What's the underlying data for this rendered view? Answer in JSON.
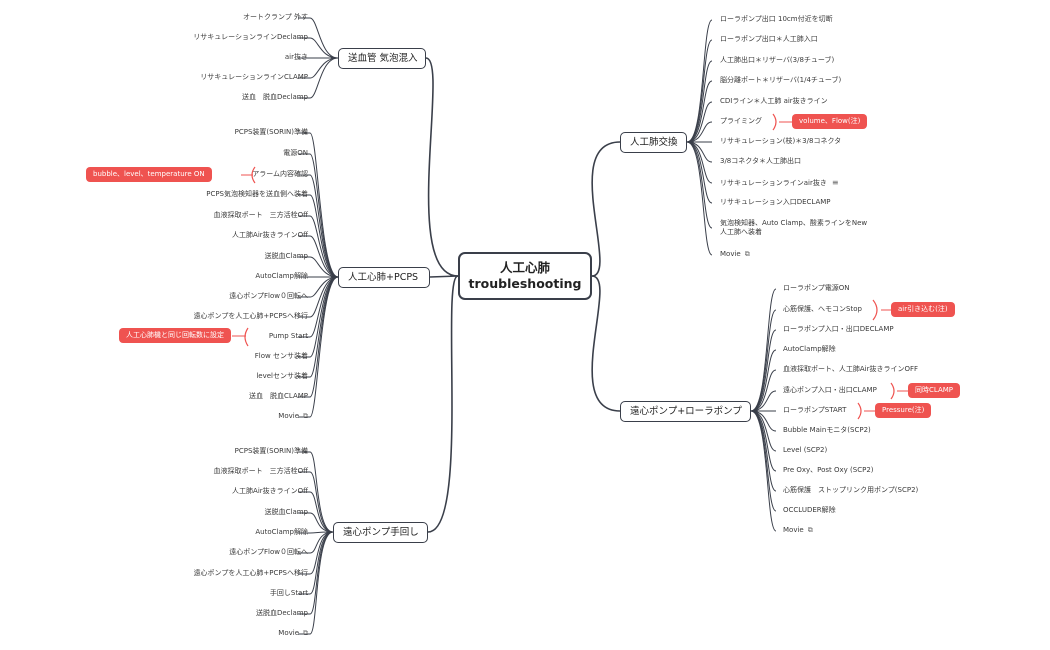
{
  "center": {
    "line1": "人工心肺",
    "line2": "troubleshooting"
  },
  "branches": {
    "soketsu": {
      "label": "送血管 気泡混入",
      "items": [
        "オートクランプ 外す",
        "リサキュレーションラインDeclamp",
        "air抜き",
        "リサキュレーションラインCLAMP",
        "送血　脱血Declamp"
      ]
    },
    "pcps": {
      "label": "人工心肺+PCPS",
      "items": [
        "PCPS装置(SORIN)準備",
        "電源ON",
        "アラーム内容確認",
        "PCPS気泡検知器を送血側へ装着",
        "血液採取ポート　三方活栓Off",
        "人工肺Air抜きラインOff",
        "送脱血Clamp",
        "AutoClamp解除",
        "遠心ポンプFlow０回転へ",
        "遠心ポンプを人工心肺+PCPSへ移行",
        "Pump Start",
        "Flow センサ装着",
        "levelセンサ装着",
        "送血　脱血CLAMP",
        "Movie"
      ],
      "tags": [
        "bubble、level、temperature ON",
        "人工心肺機と同じ回転数に設定"
      ]
    },
    "temawashi": {
      "label": "遠心ポンプ手回し",
      "items": [
        "PCPS装置(SORIN)準備",
        "血液採取ポート　三方活栓Off",
        "人工肺Air抜きラインOff",
        "送脱血Clamp",
        "AutoClamp解除",
        "遠心ポンプFlow０回転へ",
        "遠心ポンプを人工心肺+PCPSへ移行",
        "手回しStart",
        "送脱血Declamp",
        "Movie"
      ]
    },
    "jinkohai": {
      "label": "人工肺交換",
      "items": [
        "ローラポンプ出口 10cm付近を切断",
        "ローラポンプ出口＊人工肺入口",
        "人工肺出口＊リザーバ(3/8チューブ)",
        "脳分離ポート＊リザーバ(1/4チューブ)",
        "CDIライン＊人工肺 air抜きライン",
        "プライミング",
        "リサキュレーション(枝)＊3/8コネクタ",
        "3/8コネクタ＊人工肺出口",
        "リサキュレーションラインair抜き",
        "リサキュレーション入口DECLAMP",
        "気泡検知器、Auto Clamp、酸素ラインをNew",
        "人工肺へ装着",
        "Movie"
      ],
      "tags": [
        "volume、Flow(注)"
      ]
    },
    "roller": {
      "label": "遠心ポンプ+ローラポンプ",
      "items": [
        "ローラポンプ電源ON",
        "心筋保護、ヘモコンStop",
        "ローラポンプ入口・出口DECLAMP",
        "AutoClamp解除",
        "血液採取ポート、人工肺Air抜きラインOFF",
        "遠心ポンプ入口・出口CLAMP",
        "ローラポンプSTART",
        "Bubble Mainモニタ(SCP2)",
        "Level (SCP2)",
        "Pre Oxy、Post Oxy (SCP2)",
        "心筋保護　ストップリンク用ポンプ(SCP2)",
        "OCCLUDER解除",
        "Movie"
      ],
      "tags": [
        "air引き込む(注)",
        "同時CLAMP",
        "Pressure(注)"
      ]
    }
  },
  "colors": {
    "line": "#3a3f4a",
    "tag": "#ef5350",
    "bracket": "#ef5350"
  }
}
